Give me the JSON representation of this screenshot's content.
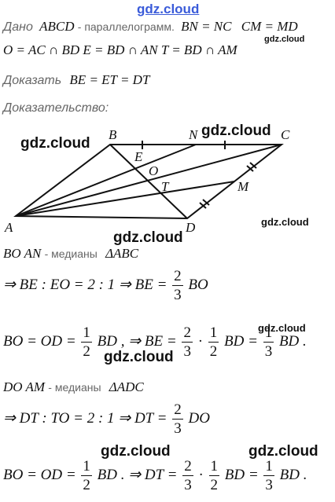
{
  "header": {
    "site_logo": "gdz.cloud"
  },
  "given": {
    "label": "Дано",
    "quad": "ABCD",
    "desc": "- параллелограмм.",
    "cond1": "BN = NC",
    "cond2": "CM = MD",
    "line2": "O = AC ∩ BD   E = BD ∩ AN   T = BD ∩ AM"
  },
  "prove": {
    "label": "Доказать",
    "statement": "BE = ET = DT"
  },
  "proof": {
    "label": "Доказательство:"
  },
  "watermarks": {
    "small_given": "gdz.cloud",
    "fig_left": "gdz.cloud",
    "fig_top": "gdz.cloud",
    "fig_bottom": "gdz.cloud",
    "fig_right": "gdz.cloud",
    "eq3_a": "gdz.cloud",
    "eq3_b": "gdz.cloud",
    "final_a": "gdz.cloud",
    "final_b": "gdz.cloud"
  },
  "figure": {
    "points": {
      "A": "A",
      "B": "B",
      "C": "C",
      "D": "D",
      "N": "N",
      "M": "M",
      "E": "E",
      "O": "O",
      "T": "T"
    }
  },
  "part1": {
    "medians_seg": "BO  AN",
    "medians_text": "- медианы",
    "triangle": "ΔABC",
    "ratio_lhs": "⇒ BE : EO = 2 : 1 ⇒ BE =",
    "ratio_frac_num": "2",
    "ratio_frac_den": "3",
    "ratio_rhs": "BO",
    "eq_lhs": "BO = OD =",
    "eq_f1_num": "1",
    "eq_f1_den": "2",
    "eq_mid": "BD , ⇒ BE =",
    "eq_f2_num": "2",
    "eq_f2_den": "3",
    "eq_dot": "·",
    "eq_f3_num": "1",
    "eq_f3_den": "2",
    "eq_bd": "BD =",
    "eq_f4_num": "1",
    "eq_f4_den": "3",
    "eq_end": "BD ."
  },
  "part2": {
    "medians_seg": "DO  AM",
    "medians_text": "- медианы",
    "triangle": "ΔADC",
    "ratio_lhs": "⇒ DT : TO = 2 : 1 ⇒ DT =",
    "ratio_frac_num": "2",
    "ratio_frac_den": "3",
    "ratio_rhs": "DO",
    "eq_lhs": "BO = OD =",
    "eq_f1_num": "1",
    "eq_f1_den": "2",
    "eq_mid": "BD . ⇒ DT =",
    "eq_f2_num": "2",
    "eq_f2_den": "3",
    "eq_dot": "·",
    "eq_f3_num": "1",
    "eq_f3_den": "2",
    "eq_bd": "BD =",
    "eq_f4_num": "1",
    "eq_f4_den": "3",
    "eq_end": "BD ."
  }
}
